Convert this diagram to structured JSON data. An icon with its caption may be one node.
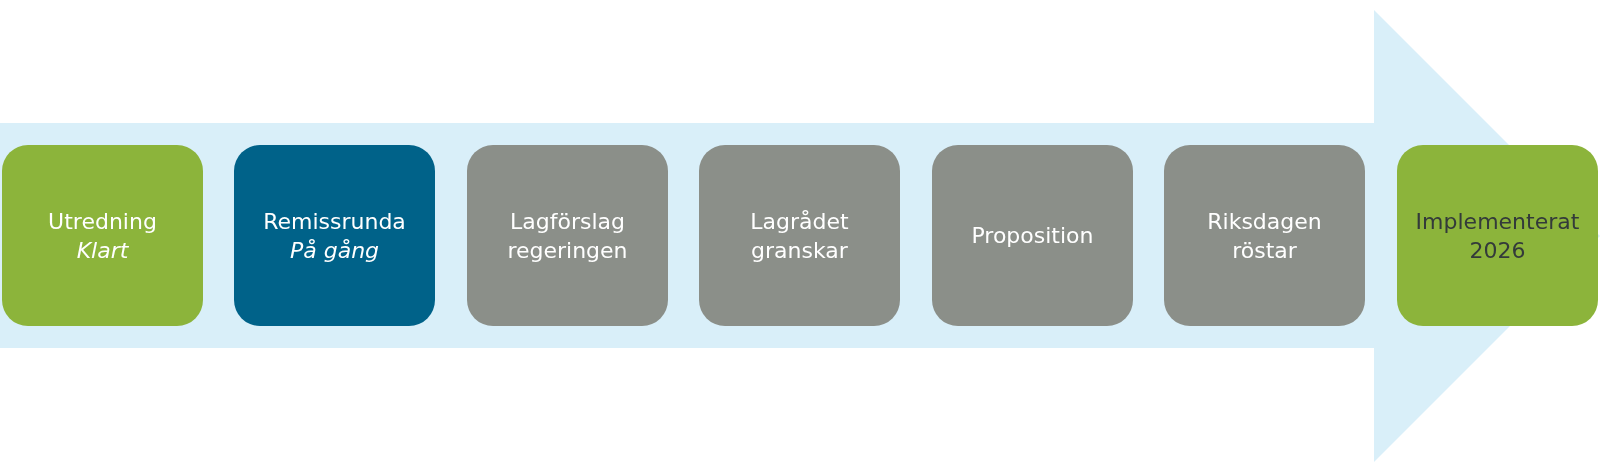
{
  "diagram": {
    "nodes": [
      {
        "text": [
          "Utredning",
          "Klart"
        ]
      },
      {
        "text": [
          "Remissrunda",
          "På gång"
        ]
      },
      {
        "text": [
          "Lagförslag regeringen"
        ]
      },
      {
        "text": [
          "Lagrådet granskar"
        ]
      },
      {
        "text": [
          "Proposition"
        ]
      },
      {
        "text": [
          "Riksdagen röstar"
        ]
      },
      {
        "text": [
          "Implementerat 2026"
        ]
      }
    ]
  }
}
